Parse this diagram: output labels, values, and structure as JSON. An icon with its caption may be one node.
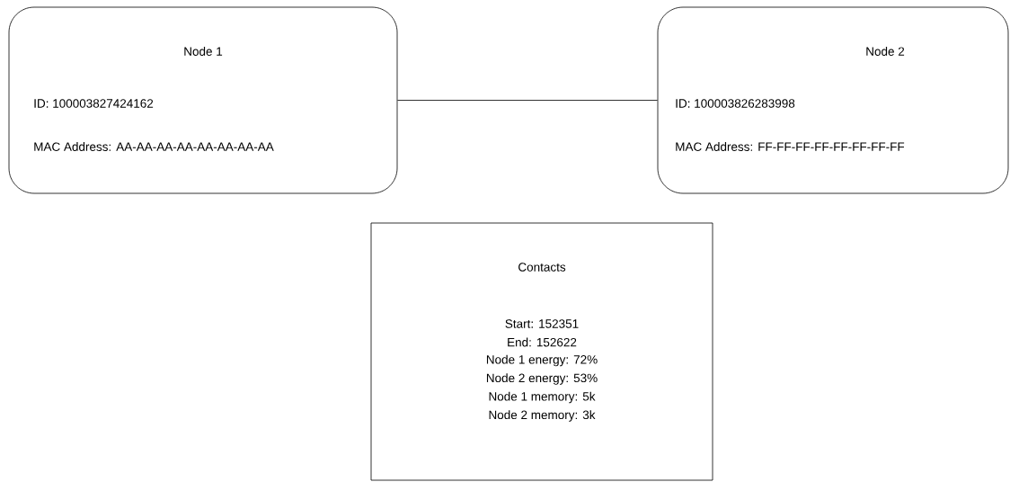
{
  "diagram": {
    "nodes": [
      {
        "text": [
          "Node 1",
          "ID:  100003827424162",
          "MAC Address: AA-AA-AA-AA-AA-AA-AA-AA"
        ]
      },
      {
        "text": [
          "Node 2",
          "ID:  100003826283998",
          "MAC Address: FF-FF-FF-FF-FF-FF-FF-FF"
        ]
      },
      {
        "text": [
          "Contacts",
          "Start: 152351",
          "End: 152622",
          "Node 1 energy: 72%",
          "Node 2 energy: 53%",
          "Node 1 memory: 5k",
          "Node 2 memory: 3k"
        ]
      }
    ],
    "edges": [
      {
        "from": 0,
        "to": 1,
        "arrow": "none"
      }
    ]
  }
}
